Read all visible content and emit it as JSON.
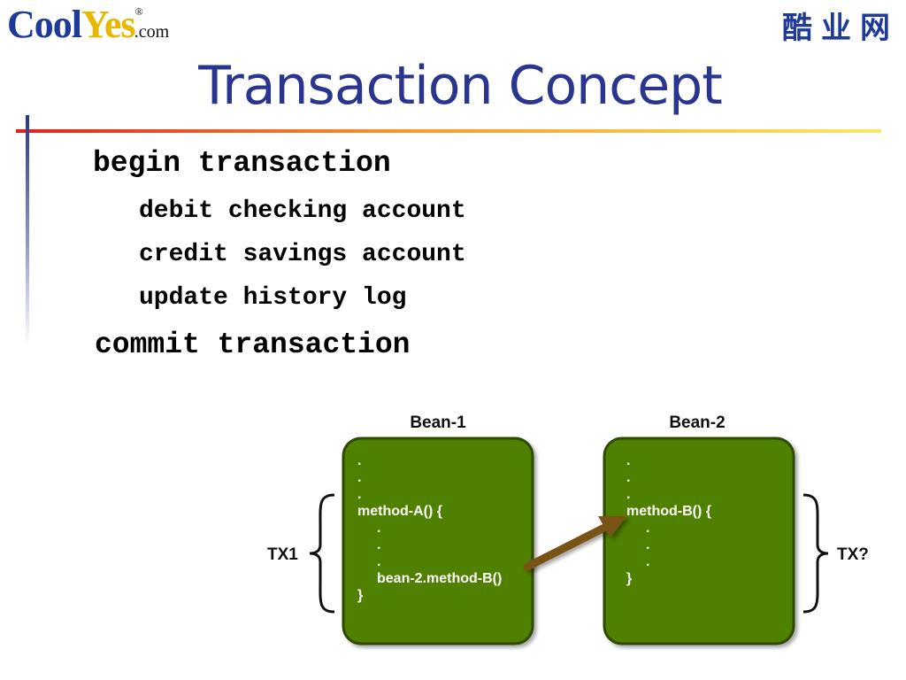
{
  "header": {
    "logo_part1": "Cool",
    "logo_part2": "Yes",
    "logo_reg": "®",
    "logo_domain": ".com",
    "cn_brand": "酷业网"
  },
  "slide": {
    "title": "Transaction Concept",
    "lines": [
      "begin transaction",
      "debit checking account",
      "credit savings account",
      "update history log",
      "commit transaction"
    ]
  },
  "diagram": {
    "bean1_title": "Bean-1",
    "bean2_title": "Bean-2",
    "bean1_code": [
      ".",
      ".",
      ".",
      "method-A() {",
      "    .",
      "    .",
      "    .",
      "    bean-2.method-B()",
      "}"
    ],
    "bean2_code": [
      ".",
      ".",
      ".",
      "method-B() {",
      "    .",
      "    .",
      "    .",
      "}"
    ],
    "tx1_label": "TX1",
    "tx2_label": "TX?",
    "colors": {
      "box_fill": "#508000",
      "box_border": "#2e4a00",
      "arrow": "#7a5216"
    }
  }
}
